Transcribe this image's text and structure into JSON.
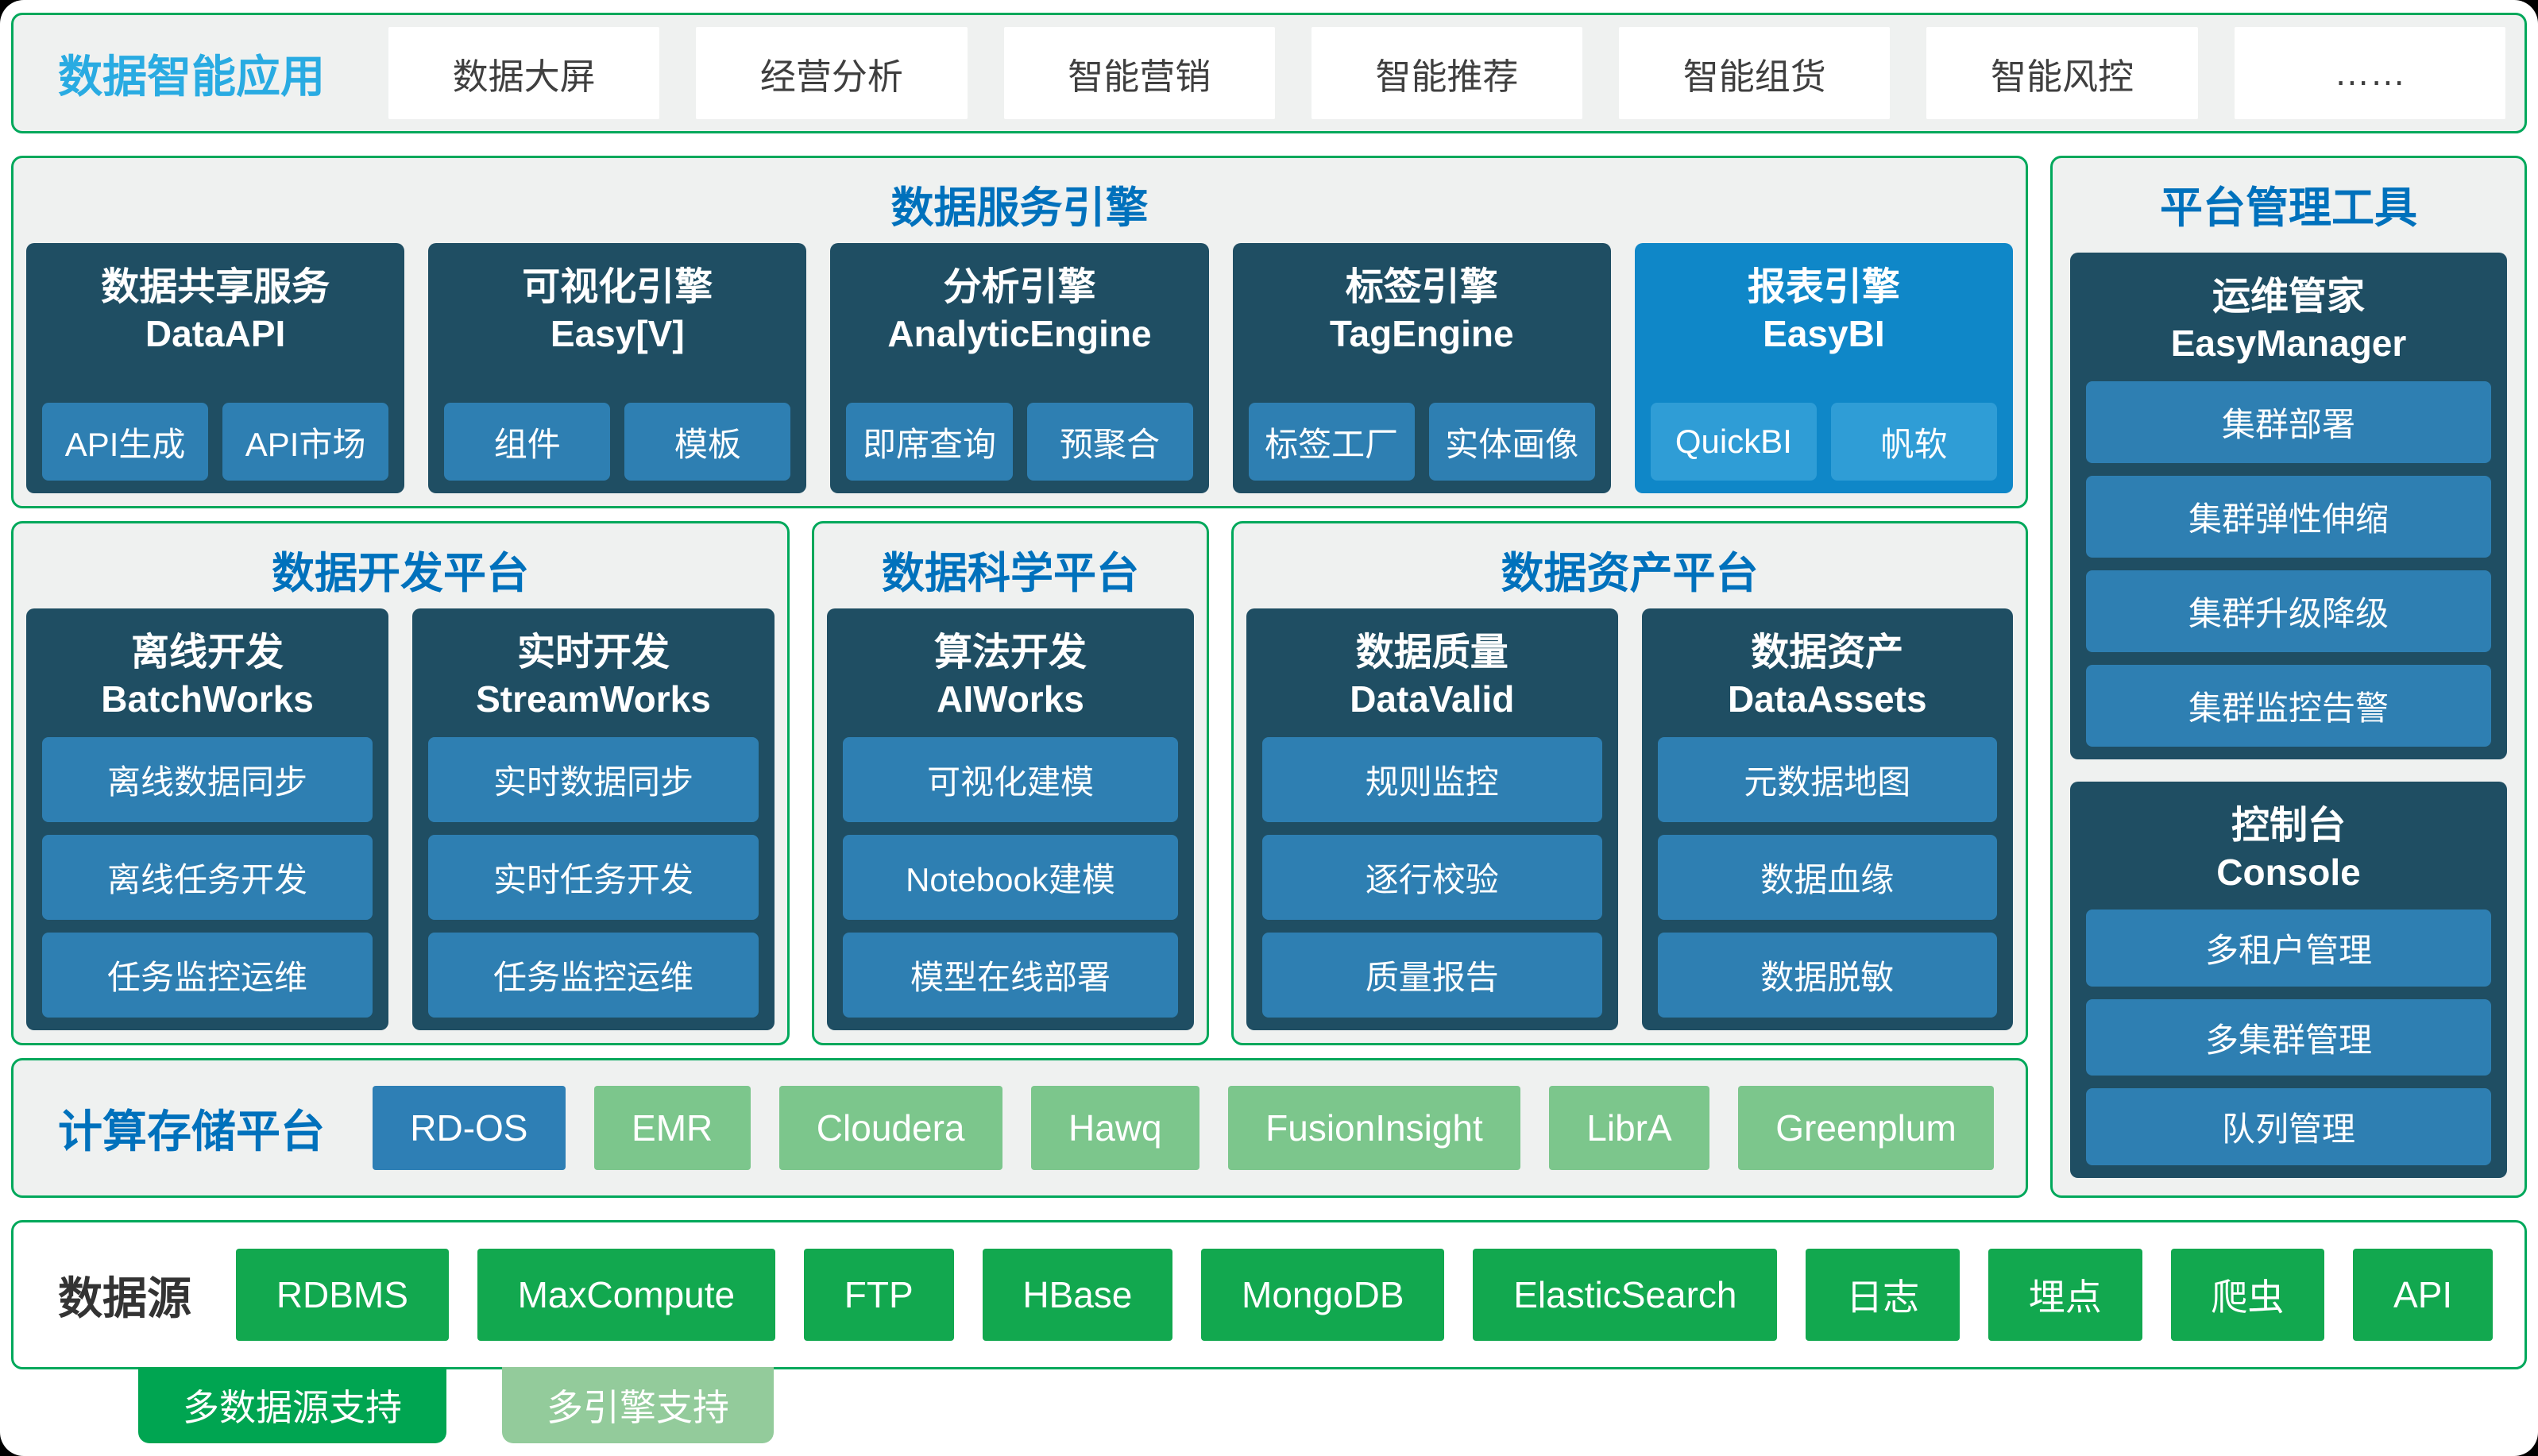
{
  "colors": {
    "accent_cyan": "#29ABE2",
    "accent_blue": "#0071BC",
    "panel_border_green": "#00A85B",
    "card_dark_blue": "#1F4E63",
    "card_item_blue": "#2E7FB2",
    "highlight_card_blue": "#0F87C8",
    "engine_light_green": "#7CC68C",
    "engine_highlight_blue": "#2E7FB5",
    "source_green": "#12A84F",
    "badge_dark_green": "#00A551",
    "badge_light_green": "#93CB9B"
  },
  "top_bar": {
    "title": "数据智能应用",
    "apps": [
      "数据大屏",
      "经营分析",
      "智能营销",
      "智能推荐",
      "智能组货",
      "智能风控",
      "……"
    ]
  },
  "service_engine": {
    "title": "数据服务引擎",
    "cards": [
      {
        "name_cn": "数据共享服务",
        "name_en": "DataAPI",
        "items": [
          "API生成",
          "API市场"
        ]
      },
      {
        "name_cn": "可视化引擎",
        "name_en": "Easy[V]",
        "items": [
          "组件",
          "模板"
        ]
      },
      {
        "name_cn": "分析引擎",
        "name_en": "AnalyticEngine",
        "items": [
          "即席查询",
          "预聚合"
        ]
      },
      {
        "name_cn": "标签引擎",
        "name_en": "TagEngine",
        "items": [
          "标签工厂",
          "实体画像"
        ]
      },
      {
        "name_cn": "报表引擎",
        "name_en": "EasyBI",
        "items": [
          "QuickBI",
          "帆软"
        ]
      }
    ]
  },
  "platform_tools": {
    "title": "平台管理工具",
    "cards": [
      {
        "name_cn": "运维管家",
        "name_en": "EasyManager",
        "items": [
          "集群部署",
          "集群弹性伸缩",
          "集群升级降级",
          "集群监控告警"
        ]
      },
      {
        "name_cn": "控制台",
        "name_en": "Console",
        "items": [
          "多租户管理",
          "多集群管理",
          "队列管理"
        ]
      }
    ]
  },
  "dev_platform": {
    "title": "数据开发平台",
    "cards": [
      {
        "name_cn": "离线开发",
        "name_en": "BatchWorks",
        "items": [
          "离线数据同步",
          "离线任务开发",
          "任务监控运维"
        ]
      },
      {
        "name_cn": "实时开发",
        "name_en": "StreamWorks",
        "items": [
          "实时数据同步",
          "实时任务开发",
          "任务监控运维"
        ]
      }
    ]
  },
  "science_platform": {
    "title": "数据科学平台",
    "cards": [
      {
        "name_cn": "算法开发",
        "name_en": "AIWorks",
        "items": [
          "可视化建模",
          "Notebook建模",
          "模型在线部署"
        ]
      }
    ]
  },
  "asset_platform": {
    "title": "数据资产平台",
    "cards": [
      {
        "name_cn": "数据质量",
        "name_en": "DataValid",
        "items": [
          "规则监控",
          "逐行校验",
          "质量报告"
        ]
      },
      {
        "name_cn": "数据资产",
        "name_en": "DataAssets",
        "items": [
          "元数据地图",
          "数据血缘",
          "数据脱敏"
        ]
      }
    ]
  },
  "compute_platform": {
    "title": "计算存储平台",
    "engines": [
      {
        "label": "RD-OS"
      },
      {
        "label": "EMR"
      },
      {
        "label": "Cloudera"
      },
      {
        "label": "Hawq"
      },
      {
        "label": "FusionInsight"
      },
      {
        "label": "LibrA"
      },
      {
        "label": "Greenplum"
      }
    ]
  },
  "data_sources": {
    "title": "数据源",
    "sources": [
      "RDBMS",
      "MaxCompute",
      "FTP",
      "HBase",
      "MongoDB",
      "ElasticSearch",
      "日志",
      "埋点",
      "爬虫",
      "API"
    ]
  },
  "footer_badges": [
    {
      "label": "多数据源支持"
    },
    {
      "label": "多引擎支持"
    }
  ]
}
